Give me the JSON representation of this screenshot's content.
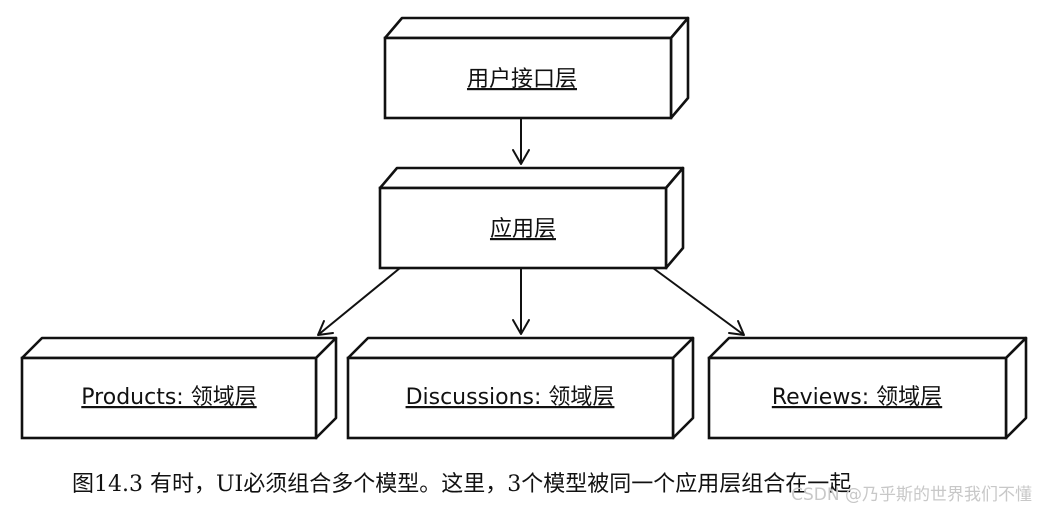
{
  "diagram": {
    "nodes": {
      "ui_layer": "用户接口层",
      "app_layer": "应用层",
      "products_domain": "Products: 领域层",
      "discussions_domain": "Discussions: 领域层",
      "reviews_domain": "Reviews: 领域层"
    },
    "edges": [
      {
        "from": "ui_layer",
        "to": "app_layer"
      },
      {
        "from": "app_layer",
        "to": "products_domain"
      },
      {
        "from": "app_layer",
        "to": "discussions_domain"
      },
      {
        "from": "app_layer",
        "to": "reviews_domain"
      }
    ],
    "caption": "图14.3 有时，UI必须组合多个模型。这里，3个模型被同一个应用层组合在一起",
    "watermark": "CSDN @乃乎斯的世界我们不懂"
  }
}
